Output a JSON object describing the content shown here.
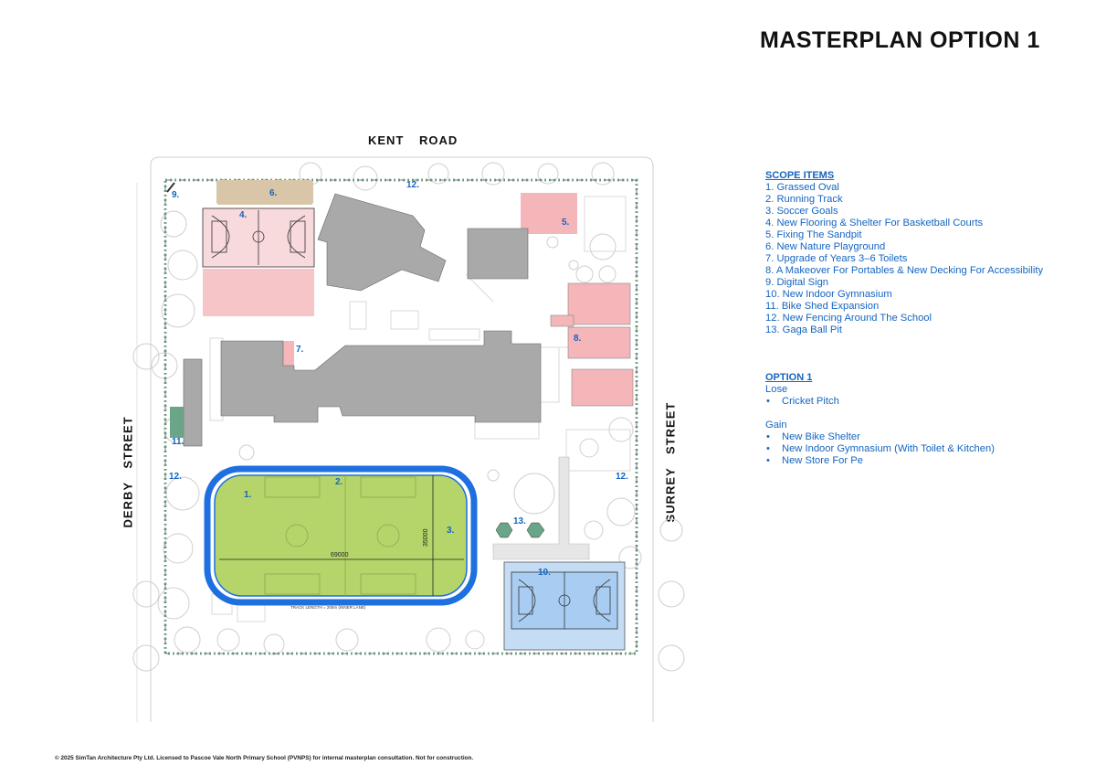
{
  "title": "MASTERPLAN OPTION 1",
  "streets": {
    "kent": "KENT ROAD",
    "derby": "DERBY STREET",
    "surrey": "SURREY STREET"
  },
  "scope": {
    "heading": "SCOPE ITEMS",
    "items": [
      "1.  Grassed Oval",
      "2.  Running Track",
      "3.  Soccer Goals",
      "4.  New Flooring & Shelter For Basketball Courts",
      "5.  Fixing The Sandpit",
      "6.  New Nature Playground",
      "7.  Upgrade of Years 3–6 Toilets",
      "8.  A Makeover For Portables & New Decking For Accessibility",
      "9.  Digital Sign",
      "10. New Indoor Gymnasium",
      "11. Bike Shed Expansion",
      "12. New Fencing Around The School",
      "13. Gaga Ball Pit"
    ]
  },
  "option": {
    "heading": "OPTION 1",
    "lose_label": "Lose",
    "lose_items": [
      "Cricket Pitch"
    ],
    "gain_label": "Gain",
    "gain_items": [
      "New Bike Shelter",
      "New Indoor Gymnasium (With Toilet & Kitchen)",
      "New Store For Pe"
    ],
    "bullet": "•"
  },
  "plan": {
    "markers": [
      "1.",
      "2.",
      "3.",
      "4.",
      "5.",
      "6.",
      "7.",
      "8.",
      "9.",
      "10.",
      "11.",
      "12.",
      "13."
    ],
    "dim_length": "69000",
    "dim_width": "35000",
    "track_note": "TRACK LENGTH = 200m (INNER LANE)"
  },
  "colors": {
    "accent": "#1565c0",
    "building": "#a9a9a9",
    "portable": "#f4b6b9",
    "oval": "#b5d56a",
    "track": "#1e6fe0",
    "gym": "#c5dcf5",
    "nature": "#d9c6a8",
    "bike": "#6aa58a",
    "fence": "#7fb59a"
  },
  "footer": "© 2025 SimTan Architecture Pty Ltd. Licensed to Pascoe Vale North Primary School (PVNPS) for internal masterplan consultation. Not for construction."
}
